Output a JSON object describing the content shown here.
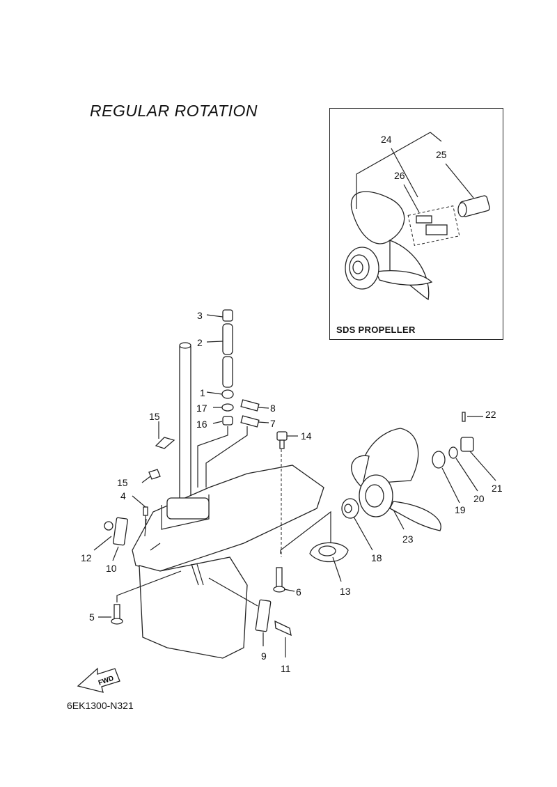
{
  "title": "REGULAR ROTATION",
  "inset_label": "SDS PROPELLER",
  "diagram_code": "6EK1300-N321",
  "fwd_label": "FWD",
  "callouts": {
    "p1": "1",
    "p2": "2",
    "p3": "3",
    "p4": "4",
    "p5": "5",
    "p6": "6",
    "p7": "7",
    "p8": "8",
    "p9": "9",
    "p10": "10",
    "p11": "11",
    "p12": "12",
    "p13": "13",
    "p14": "14",
    "p15a": "15",
    "p15b": "15",
    "p16": "16",
    "p17": "17",
    "p18": "18",
    "p19": "19",
    "p20": "20",
    "p21": "21",
    "p22": "22",
    "p23": "23",
    "p24": "24",
    "p25": "25",
    "p26": "26"
  },
  "icons": {
    "fwd_arrow": "fwd-arrow-icon"
  }
}
